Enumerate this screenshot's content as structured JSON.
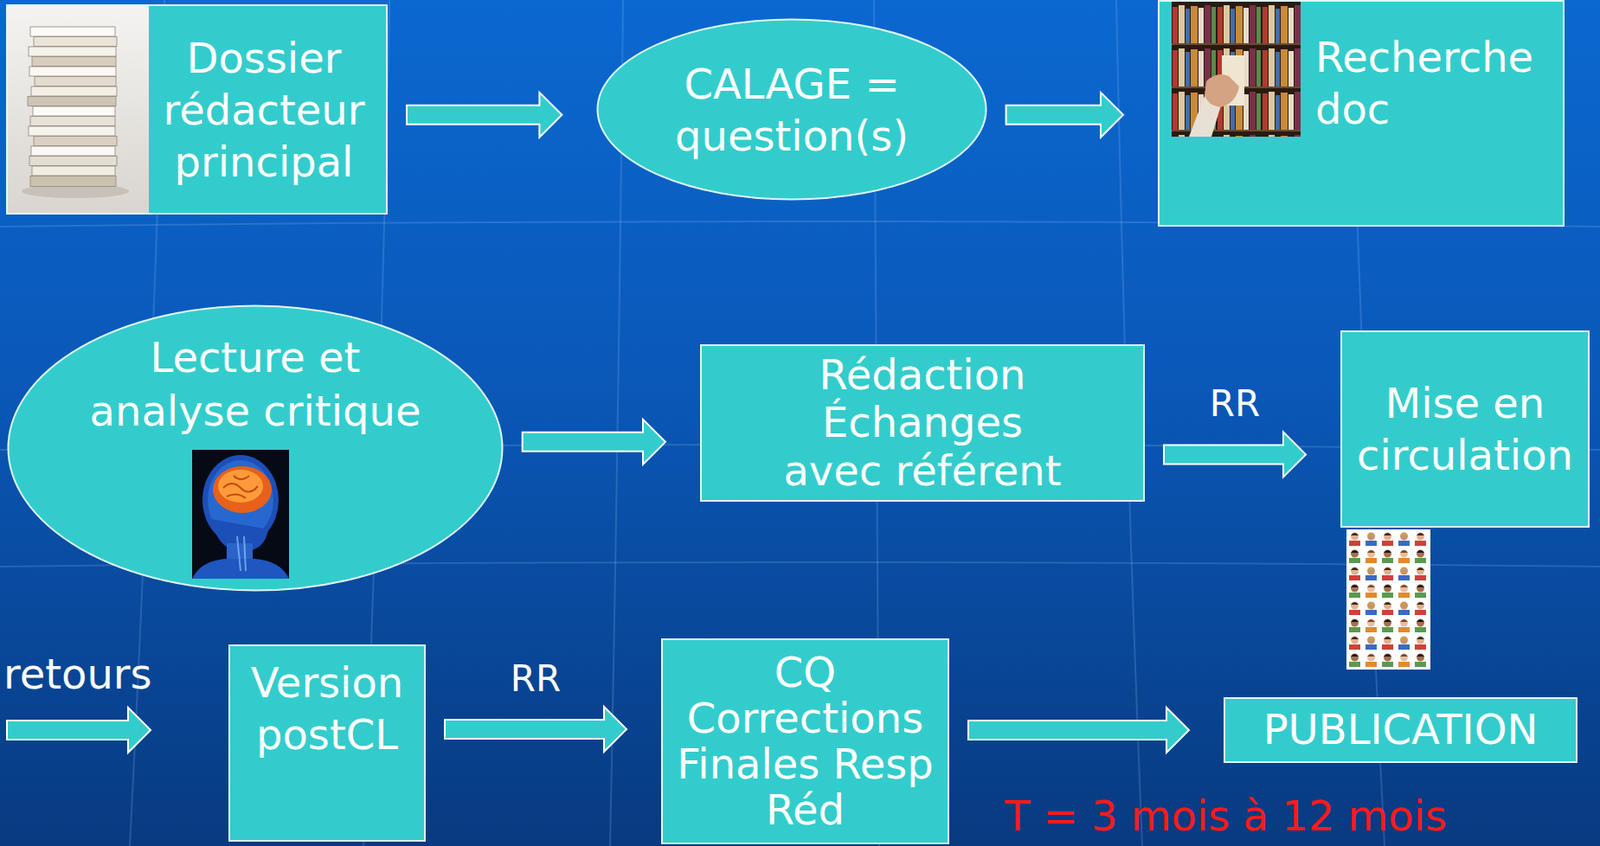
{
  "diagram": {
    "nodes": [
      {
        "text": [
          "Dossier rédacteur principal"
        ]
      },
      {
        "text": [
          "CALAGE = question(s)"
        ]
      },
      {
        "text": [
          "Recherche doc"
        ]
      },
      {
        "text": [
          "Lecture et analyse critique"
        ]
      },
      {
        "text": [
          "Rédaction Échanges avec référent"
        ]
      },
      {
        "text": [
          "Mise en circulation"
        ]
      },
      {
        "text": [
          "Version postCL"
        ]
      },
      {
        "text": [
          "CQ Corrections Finales Resp Réd"
        ]
      },
      {
        "text": [
          "PUBLICATION"
        ]
      }
    ],
    "edges": [
      {
        "from": 0,
        "to": 1,
        "arrow": "to"
      },
      {
        "from": 1,
        "to": 2,
        "arrow": "to"
      },
      {
        "from": 3,
        "to": 4,
        "arrow": "to"
      },
      {
        "from": 4,
        "to": 5,
        "label": "RR",
        "arrow": "to"
      },
      {
        "from": 6,
        "to": 7,
        "label": "RR",
        "arrow": "to"
      },
      {
        "from": 7,
        "to": 8,
        "arrow": "to"
      }
    ],
    "labels": [
      "retours",
      "T = 3 mois à 12 mois"
    ]
  }
}
